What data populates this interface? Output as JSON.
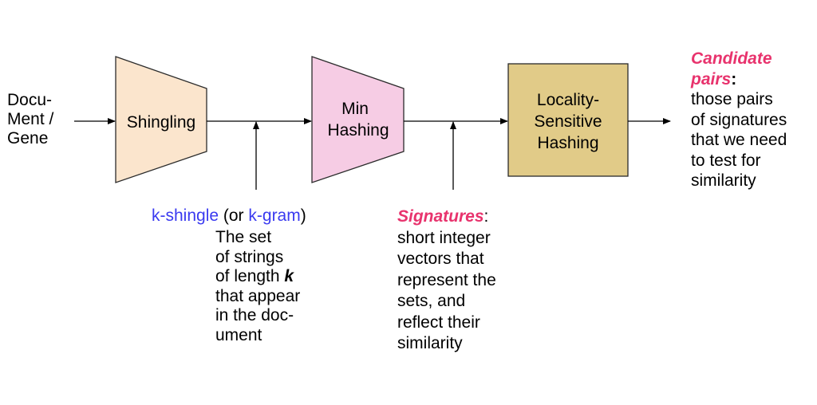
{
  "colors": {
    "shingling_fill": "#fbe5cd",
    "minhash_fill": "#f6cce4",
    "lsh_fill": "#e1cb88",
    "stroke": "#2b2b2b",
    "highlight_blue": "#3a3af0",
    "highlight_pink": "#e8336d"
  },
  "input": {
    "lines": [
      "Docu-",
      "Ment /",
      "Gene"
    ]
  },
  "stages": [
    {
      "id": "shingling",
      "lines": [
        "Shingling"
      ]
    },
    {
      "id": "minhash",
      "lines": [
        "Min",
        "Hashing"
      ]
    },
    {
      "id": "lsh",
      "lines": [
        "Locality-",
        "Sensitive",
        "Hashing"
      ]
    }
  ],
  "annotations": {
    "shingle": {
      "term1": "k-shingle",
      "middle": " (or ",
      "term2": "k-gram",
      "close": ")",
      "desc_lines": [
        "The set",
        "of strings",
        "that appear",
        "in the doc-",
        "ument"
      ],
      "length_prefix": "of length ",
      "length_var": "k"
    },
    "signatures": {
      "term": "Signatures",
      "colon": ":",
      "desc_lines": [
        "short integer",
        "vectors that",
        "represent the",
        "sets, and",
        "reflect their",
        "similarity"
      ]
    },
    "candidates": {
      "term_line1": "Candidate",
      "term_line2": "pairs",
      "colon": ":",
      "desc_lines": [
        "those pairs",
        "of signatures",
        "that we need",
        "to test for",
        "similarity"
      ]
    }
  }
}
